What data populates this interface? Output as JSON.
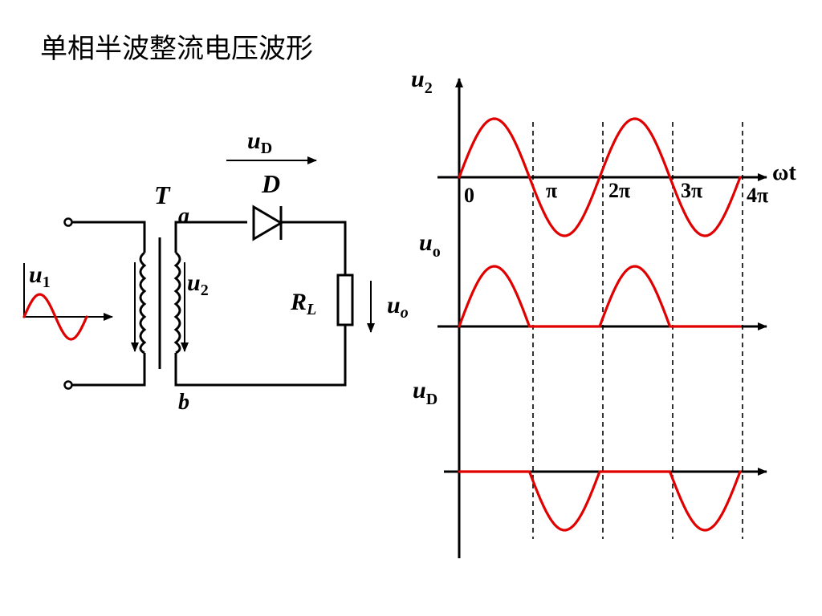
{
  "title": "单相半波整流电压波形",
  "circuit": {
    "transformer_label": "T",
    "diode_label": "D",
    "node_a": "a",
    "node_b": "b",
    "input_voltage": {
      "symbol": "u",
      "sub": "1"
    },
    "secondary_voltage": {
      "symbol": "u",
      "sub": "2"
    },
    "diode_voltage": {
      "symbol": "u",
      "sub": "D"
    },
    "load_resistor": {
      "symbol": "R",
      "sub": "L"
    },
    "output_voltage": {
      "symbol": "u",
      "sub": "o"
    }
  },
  "waveforms": {
    "x_axis_label": "ωt",
    "ticks": [
      "0",
      "π",
      "2π",
      "3π",
      "4π"
    ],
    "plots": [
      {
        "symbol": "u",
        "sub": "2"
      },
      {
        "symbol": "u",
        "sub": "o"
      },
      {
        "symbol": "u",
        "sub": "D"
      }
    ]
  },
  "colors": {
    "waveform": "#e00000",
    "line": "#000000",
    "background": "#ffffff"
  }
}
